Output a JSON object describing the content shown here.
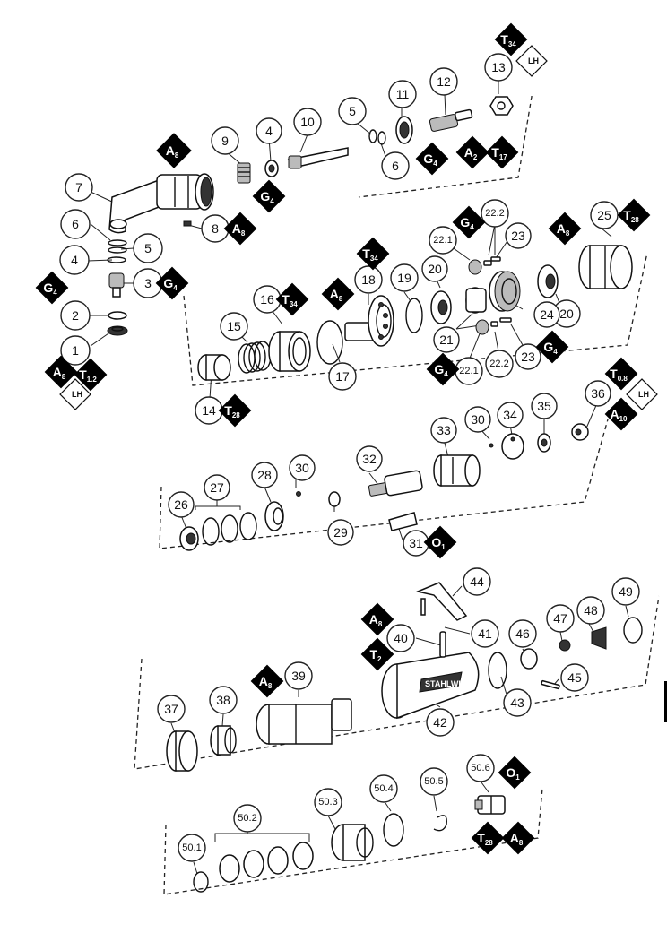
{
  "callouts": [
    {
      "id": "c1",
      "label": "1"
    },
    {
      "id": "c2",
      "label": "2"
    },
    {
      "id": "c3",
      "label": "3"
    },
    {
      "id": "c4a",
      "label": "4"
    },
    {
      "id": "c4b",
      "label": "4"
    },
    {
      "id": "c5a",
      "label": "5"
    },
    {
      "id": "c5b",
      "label": "5"
    },
    {
      "id": "c6a",
      "label": "6"
    },
    {
      "id": "c6b",
      "label": "6"
    },
    {
      "id": "c7",
      "label": "7"
    },
    {
      "id": "c8",
      "label": "8"
    },
    {
      "id": "c9",
      "label": "9"
    },
    {
      "id": "c10",
      "label": "10"
    },
    {
      "id": "c11",
      "label": "11"
    },
    {
      "id": "c12",
      "label": "12"
    },
    {
      "id": "c13",
      "label": "13"
    },
    {
      "id": "c14",
      "label": "14"
    },
    {
      "id": "c15",
      "label": "15"
    },
    {
      "id": "c16",
      "label": "16"
    },
    {
      "id": "c17",
      "label": "17"
    },
    {
      "id": "c18",
      "label": "18"
    },
    {
      "id": "c19",
      "label": "19"
    },
    {
      "id": "c20a",
      "label": "20"
    },
    {
      "id": "c20b",
      "label": "20"
    },
    {
      "id": "c21",
      "label": "21"
    },
    {
      "id": "c221a",
      "label": "22.1"
    },
    {
      "id": "c221b",
      "label": "22.1"
    },
    {
      "id": "c222a",
      "label": "22.2"
    },
    {
      "id": "c222b",
      "label": "22.2"
    },
    {
      "id": "c23a",
      "label": "23"
    },
    {
      "id": "c23b",
      "label": "23"
    },
    {
      "id": "c24",
      "label": "24"
    },
    {
      "id": "c25",
      "label": "25"
    },
    {
      "id": "c26",
      "label": "26"
    },
    {
      "id": "c27",
      "label": "27"
    },
    {
      "id": "c28",
      "label": "28"
    },
    {
      "id": "c29",
      "label": "29"
    },
    {
      "id": "c30a",
      "label": "30"
    },
    {
      "id": "c30b",
      "label": "30"
    },
    {
      "id": "c31",
      "label": "31"
    },
    {
      "id": "c32",
      "label": "32"
    },
    {
      "id": "c33",
      "label": "33"
    },
    {
      "id": "c34",
      "label": "34"
    },
    {
      "id": "c35",
      "label": "35"
    },
    {
      "id": "c36",
      "label": "36"
    },
    {
      "id": "c37",
      "label": "37"
    },
    {
      "id": "c38",
      "label": "38"
    },
    {
      "id": "c39",
      "label": "39"
    },
    {
      "id": "c40",
      "label": "40"
    },
    {
      "id": "c41",
      "label": "41"
    },
    {
      "id": "c42",
      "label": "42"
    },
    {
      "id": "c43",
      "label": "43"
    },
    {
      "id": "c44",
      "label": "44"
    },
    {
      "id": "c45",
      "label": "45"
    },
    {
      "id": "c46",
      "label": "46"
    },
    {
      "id": "c47",
      "label": "47"
    },
    {
      "id": "c48",
      "label": "48"
    },
    {
      "id": "c49",
      "label": "49"
    },
    {
      "id": "c501",
      "label": "50.1"
    },
    {
      "id": "c502",
      "label": "50.2"
    },
    {
      "id": "c503",
      "label": "50.3"
    },
    {
      "id": "c504",
      "label": "50.4"
    },
    {
      "id": "c505",
      "label": "50.5"
    },
    {
      "id": "c506",
      "label": "50.6"
    }
  ],
  "symbols": [
    {
      "id": "d-a8-7",
      "letter": "A",
      "sub": "8"
    },
    {
      "id": "d-a8-8",
      "letter": "A",
      "sub": "8"
    },
    {
      "id": "d-g4-10",
      "letter": "G",
      "sub": "4"
    },
    {
      "id": "d-g4-12",
      "letter": "G",
      "sub": "4"
    },
    {
      "id": "d-a2-12",
      "letter": "A",
      "sub": "2"
    },
    {
      "id": "d-t17-12",
      "letter": "T",
      "sub": "17"
    },
    {
      "id": "d-t34-13",
      "letter": "T",
      "sub": "34"
    },
    {
      "id": "d-g4-4",
      "letter": "G",
      "sub": "4"
    },
    {
      "id": "d-g4-3",
      "letter": "G",
      "sub": "4"
    },
    {
      "id": "d-a8-1",
      "letter": "A",
      "sub": "8"
    },
    {
      "id": "d-t12-1",
      "letter": "T",
      "sub": "1.2"
    },
    {
      "id": "d-g4-22",
      "letter": "G",
      "sub": "4"
    },
    {
      "id": "d-a8-25",
      "letter": "A",
      "sub": "8"
    },
    {
      "id": "d-t28-25",
      "letter": "T",
      "sub": "28"
    },
    {
      "id": "d-t34-18",
      "letter": "T",
      "sub": "34"
    },
    {
      "id": "d-a8-18",
      "letter": "A",
      "sub": "8"
    },
    {
      "id": "d-t34-16",
      "letter": "T",
      "sub": "34"
    },
    {
      "id": "d-t28-14",
      "letter": "T",
      "sub": "28"
    },
    {
      "id": "d-g4-24",
      "letter": "G",
      "sub": "4"
    },
    {
      "id": "d-g4-221",
      "letter": "G",
      "sub": "4"
    },
    {
      "id": "d-t08-36",
      "letter": "T",
      "sub": "0.8"
    },
    {
      "id": "d-a10-36",
      "letter": "A",
      "sub": "10"
    },
    {
      "id": "d-o1-31",
      "letter": "O",
      "sub": "1"
    },
    {
      "id": "d-a8-40",
      "letter": "A",
      "sub": "8"
    },
    {
      "id": "d-t2-40",
      "letter": "T",
      "sub": "2"
    },
    {
      "id": "d-a8-39",
      "letter": "A",
      "sub": "8"
    },
    {
      "id": "d-o1-506",
      "letter": "O",
      "sub": "1"
    },
    {
      "id": "d-t28-506",
      "letter": "T",
      "sub": "28"
    },
    {
      "id": "d-a8-506",
      "letter": "A",
      "sub": "8"
    }
  ],
  "lh_label": "LH",
  "brand_text": "STAHLWILLE"
}
